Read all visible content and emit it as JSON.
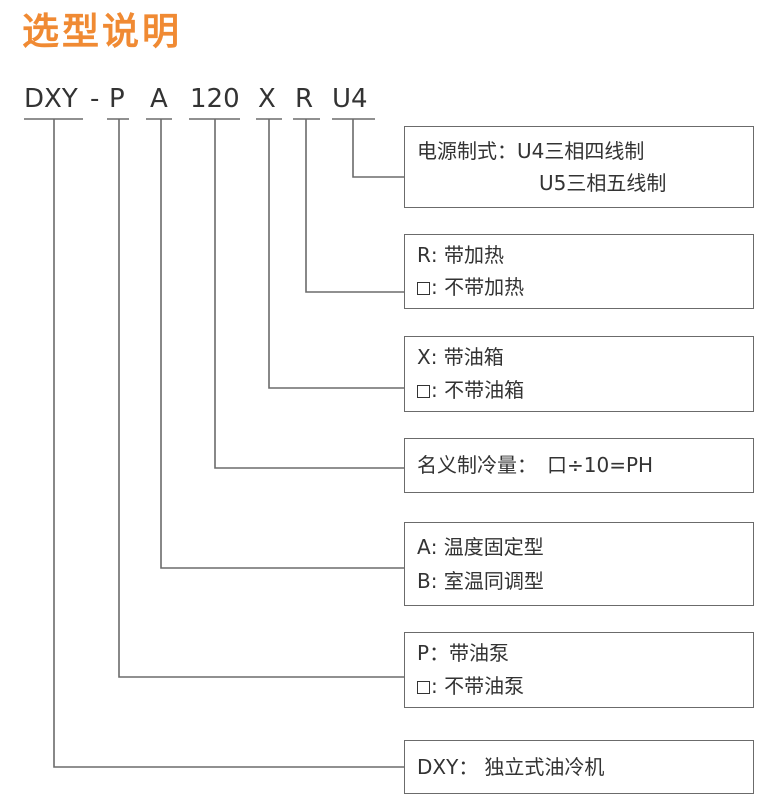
{
  "title": "选型说明",
  "code": {
    "segments": [
      "DXY",
      "-",
      "P",
      "A",
      "120",
      "X",
      "R",
      "U4"
    ]
  },
  "boxes": {
    "power": {
      "label": "电源制式：",
      "line1": "U4三相四线制",
      "line2": "U5三相五线制"
    },
    "heat": {
      "key1": "R",
      "text1": ": 带加热",
      "text2": ": 不带加热"
    },
    "tank": {
      "key1": "X",
      "text1": ": 带油箱",
      "text2": ": 不带油箱"
    },
    "capacity": {
      "label": "名义制冷量：",
      "formula": "口÷10=PH"
    },
    "control": {
      "key1": "A",
      "text1": ": 温度固定型",
      "key2": "B",
      "text2": ": 室温同调型"
    },
    "pump": {
      "key1": "P",
      "text1": "：带油泵",
      "text2": ": 不带油泵"
    },
    "series": {
      "label": "DXY：",
      "text": "独立式油冷机"
    }
  },
  "colors": {
    "title": "#f08a33",
    "line": "#6b6b6b",
    "text": "#333333"
  }
}
